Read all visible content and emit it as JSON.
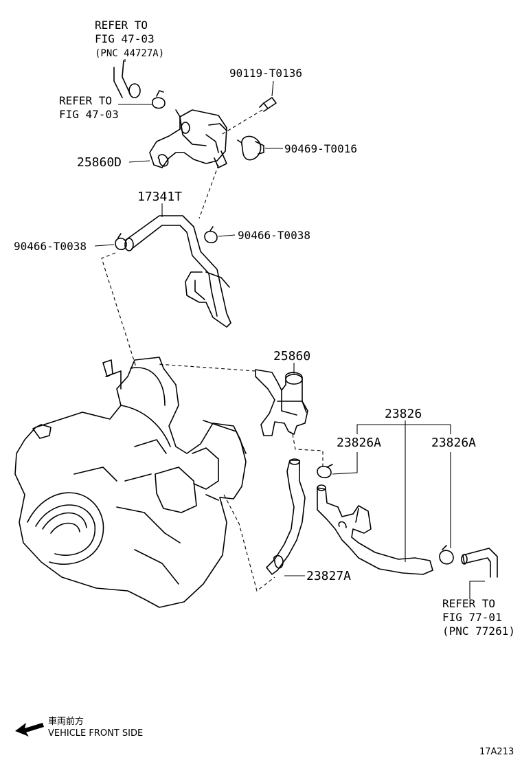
{
  "refs": {
    "top": {
      "line1": "REFER TO",
      "line2": "FIG 47-03",
      "line3": "(PNC 44727A)"
    },
    "mid": {
      "line1": "REFER TO",
      "line2": "FIG 47-03"
    },
    "right": {
      "line1": "REFER TO",
      "line2": "FIG 77-01",
      "line3": "(PNC 77261)"
    }
  },
  "parts": {
    "bolt": "90119-T0136",
    "vsv": "25860D",
    "clip_right": "90469-T0016",
    "hose": "17341T",
    "clamp_left": "90466-T0038",
    "clamp_right": "90466-T0038",
    "valve": "25860",
    "hose_group": "23826",
    "clamp_a1": "23826A",
    "clamp_a2": "23826A",
    "hose_lower": "23827A"
  },
  "direction": {
    "jp": "車両前方",
    "en": "VEHICLE FRONT SIDE"
  },
  "figure_code": "17A213"
}
